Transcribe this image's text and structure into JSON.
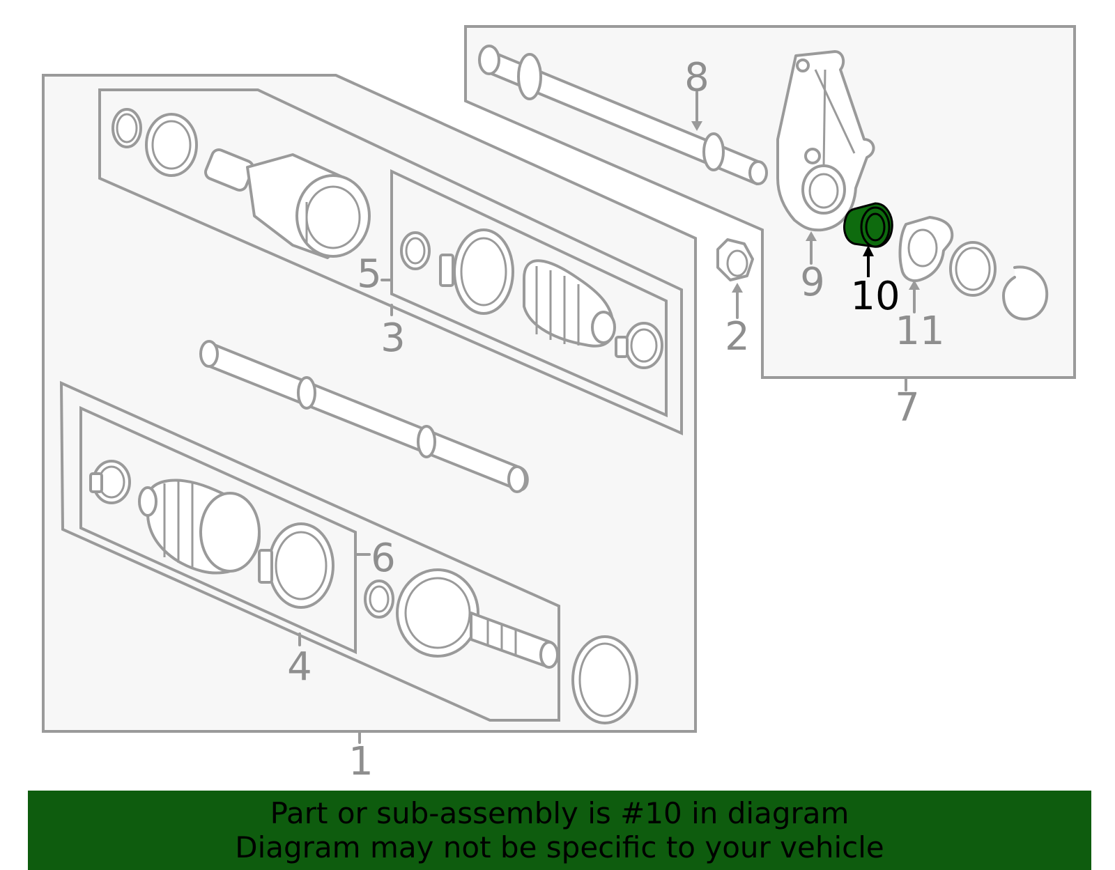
{
  "callouts": {
    "c1": "1",
    "c2": "2",
    "c3": "3",
    "c4": "4",
    "c5": "5",
    "c6": "6",
    "c7": "7",
    "c8": "8",
    "c9": "9",
    "c10": "10",
    "c11": "11"
  },
  "highlighted_part": "10",
  "colors": {
    "highlight": "#0e6b0e",
    "banner": "#0e5c0e",
    "line": "#9a9a9a",
    "panel": "#f7f7f7"
  },
  "banner": {
    "line1": "Part or sub-assembly is #10 in diagram",
    "line2": "Diagram may not be specific to your vehicle"
  }
}
